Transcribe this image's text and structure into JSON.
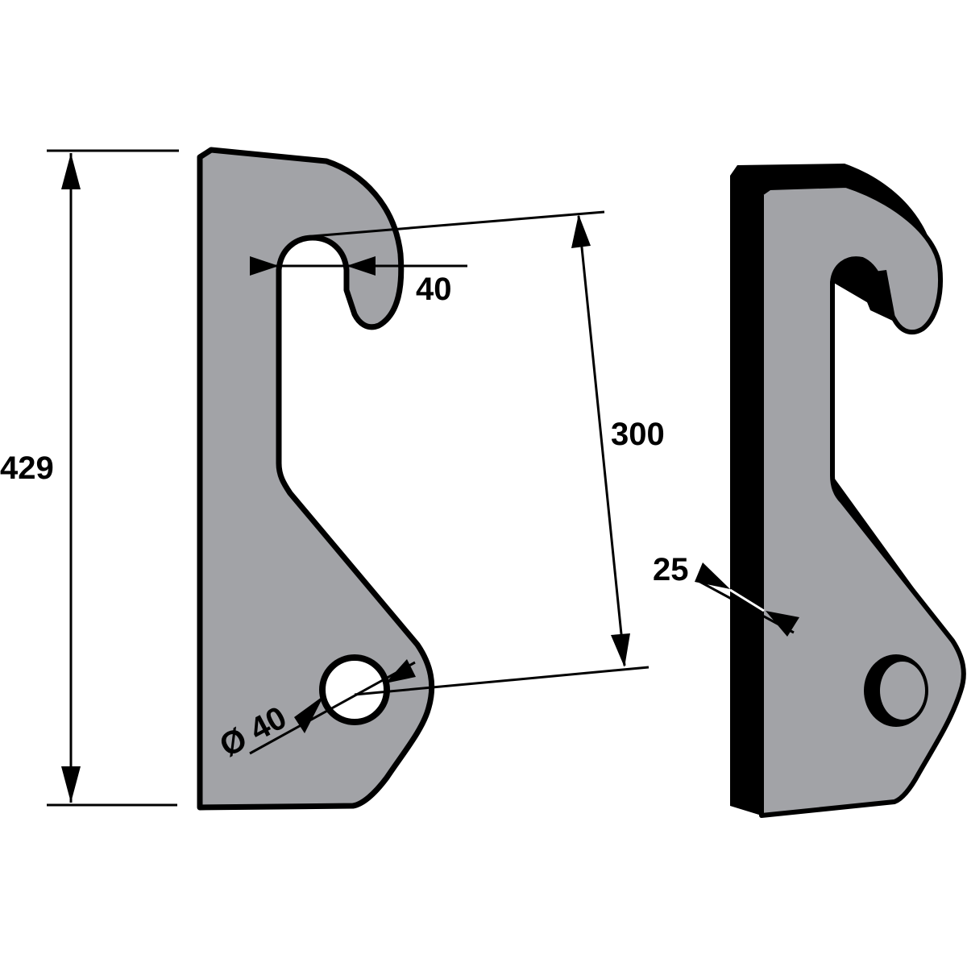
{
  "colors": {
    "plate": "#a2a3a7",
    "outline": "#000000",
    "background": "#ffffff"
  },
  "dimensions": {
    "height": "429",
    "pin_distance": "300",
    "slot_width": "40",
    "hole_diameter": "Ø 40",
    "thickness": "25"
  }
}
